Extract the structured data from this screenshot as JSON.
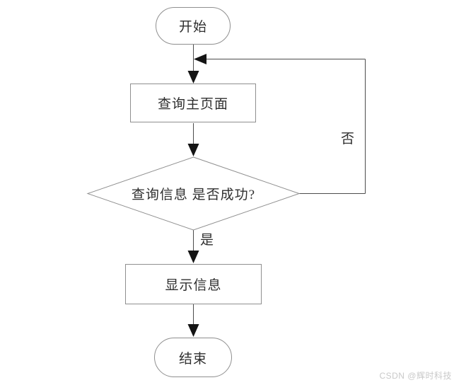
{
  "flowchart": {
    "nodes": {
      "start": {
        "label": "开始",
        "shape": "terminator"
      },
      "query_main_page": {
        "label": "查询主页面",
        "shape": "process"
      },
      "query_success_decision": {
        "label": "查询信息 是否成功?",
        "shape": "decision"
      },
      "display_info": {
        "label": "显示信息",
        "shape": "process"
      },
      "end": {
        "label": "结束",
        "shape": "terminator"
      }
    },
    "edge_labels": {
      "yes": "是",
      "no": "否"
    },
    "colors": {
      "shape_border": "#8f8f8f",
      "connector_line": "#4c4c4c",
      "arrowhead": "#141414",
      "node_text": "#2f2f2f",
      "background": "#ffffff"
    }
  },
  "watermark": {
    "text": "CSDN @辉时科技",
    "color": "#c9c9c9"
  }
}
